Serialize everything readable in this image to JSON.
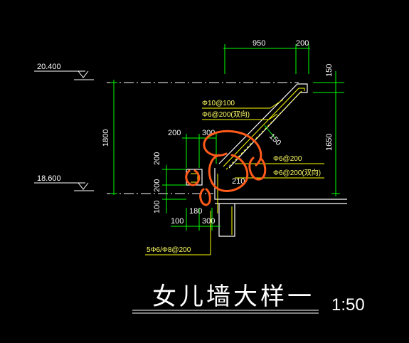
{
  "drawing": {
    "elevations": {
      "top": "20.400",
      "bottom": "18.600"
    },
    "dimensions": {
      "d950": "950",
      "d200_top": "200",
      "d150_right": "150",
      "d1800": "1800",
      "d1650": "1650",
      "d150_slope": "150",
      "d200_left": "200",
      "d300_mid": "300",
      "d200_vert": "200",
      "d200_vert2": "200",
      "d210": "210",
      "d100_left": "100",
      "d100_low": "100",
      "d180": "180",
      "d300_low": "300"
    },
    "rebar": {
      "r1": "Φ10@100",
      "r2": "Φ6@200(双向)",
      "r3": "Φ6@200",
      "r4": "Φ6@200(双向)",
      "r5": "5Φ6/Φ8@200"
    },
    "title": "女儿墙大样一",
    "scale": "1:50"
  },
  "colors": {
    "background": "#000000",
    "dimension_green": "#00ff00",
    "annotation_yellow": "#ffff00",
    "markup_orange": "#ff5a1a",
    "wall_white": "#ffffff",
    "axis_cyan": "#00ffff"
  }
}
